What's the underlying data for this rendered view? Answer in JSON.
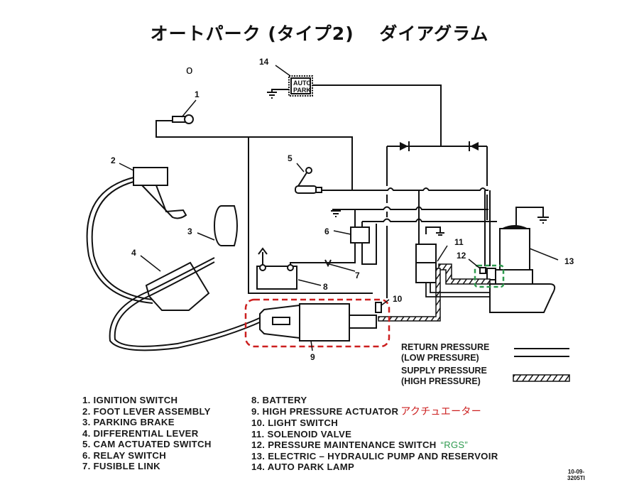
{
  "title": "オートパーク (タイプ2)　 ダイアグラム",
  "stray_mark": "o",
  "callouts": [
    "1",
    "2",
    "3",
    "4",
    "5",
    "6",
    "7",
    "8",
    "9",
    "10",
    "11",
    "12",
    "13",
    "14"
  ],
  "auto_park_lamp_text": [
    "AUTO",
    "PARK"
  ],
  "pressure_key": {
    "return": [
      "RETURN PRESSURE",
      "(LOW PRESSURE)"
    ],
    "supply": [
      "SUPPLY PRESSURE",
      "(HIGH PRESSURE)"
    ]
  },
  "parts_left": [
    "1. IGNITION SWITCH",
    "2. FOOT LEVER ASSEMBLY",
    "3. PARKING BRAKE",
    "4. DIFFERENTIAL LEVER",
    "5. CAM ACTUATED SWITCH",
    "6. RELAY SWITCH",
    "7. FUSIBLE LINK"
  ],
  "parts_right": [
    "8. BATTERY",
    "9. HIGH PRESSURE ACTUATOR",
    "10. LIGHT SWITCH",
    "11. SOLENOID VALVE",
    "12. PRESSURE MAINTENANCE SWITCH",
    "13. ELECTRIC – HYDRAULIC PUMP AND RESERVOIR",
    "14.  AUTO PARK LAMP"
  ],
  "annotations": {
    "actuator_jp": "アクチュエーター",
    "rgs": "“RGS”"
  },
  "highlight_colors": {
    "actuator_box": "#cc1f1f",
    "rgs_box": "#2e9a4e"
  },
  "drawing_number": [
    "10-09-",
    "3205TI"
  ]
}
